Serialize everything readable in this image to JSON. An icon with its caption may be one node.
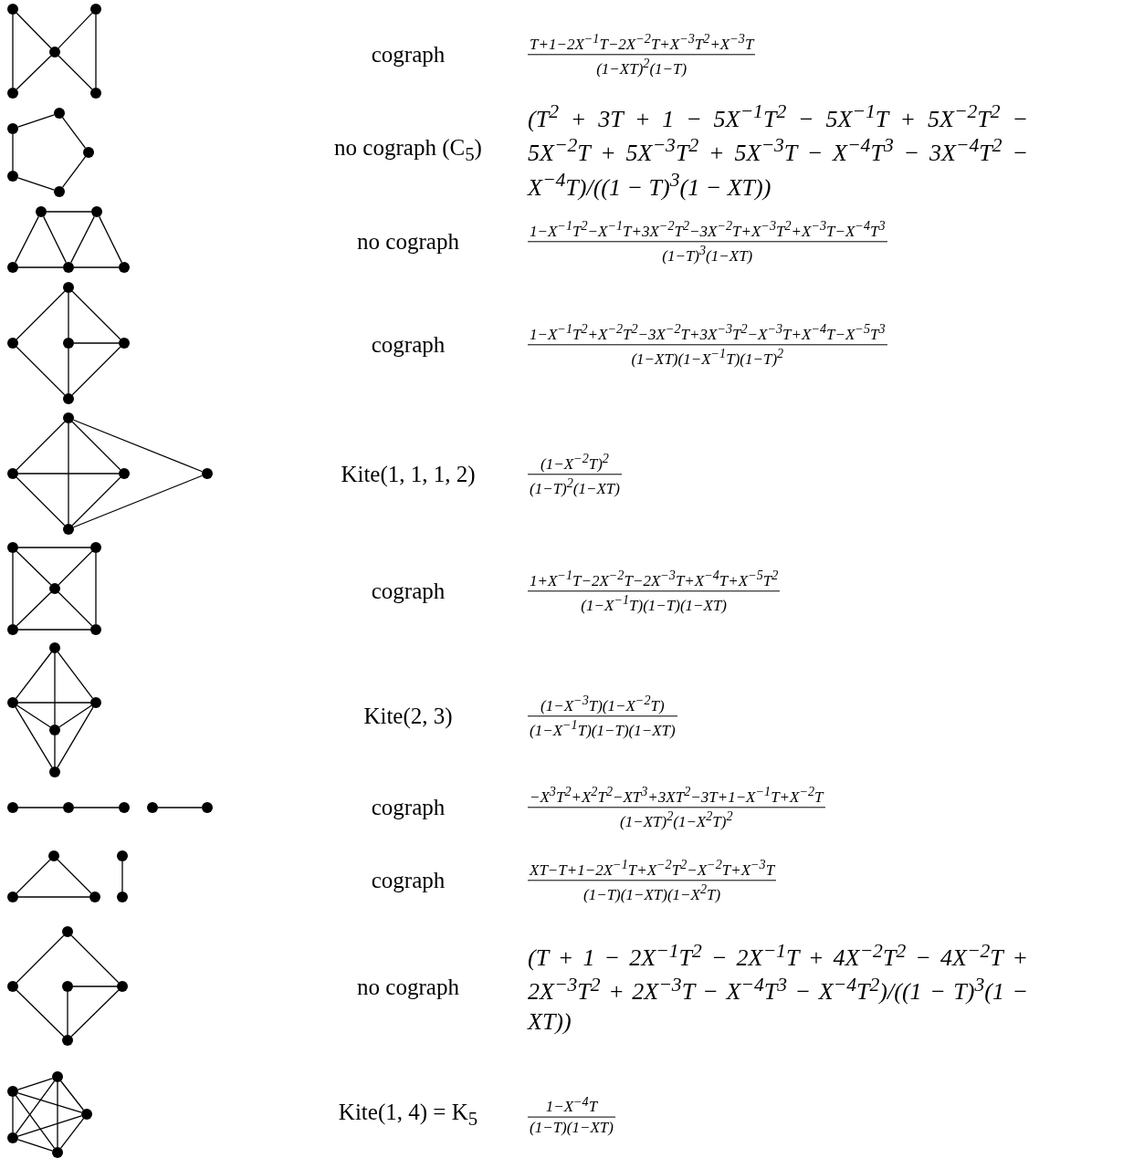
{
  "diagram": {
    "nodes": [
      {
        "text": [],
        "shape": "circle"
      },
      {
        "text": [],
        "shape": "circle"
      },
      {
        "text": [],
        "shape": "circle"
      },
      {
        "text": [],
        "shape": "circle"
      },
      {
        "text": [],
        "shape": "circle"
      },
      {
        "text": [],
        "shape": "circle"
      },
      {
        "text": [],
        "shape": "circle"
      },
      {
        "text": [],
        "shape": "circle"
      },
      {
        "text": [],
        "shape": "circle"
      },
      {
        "text": [],
        "shape": "circle"
      },
      {
        "text": [],
        "shape": "circle"
      },
      {
        "text": [],
        "shape": "circle"
      },
      {
        "text": [],
        "shape": "circle"
      },
      {
        "text": [],
        "shape": "circle"
      },
      {
        "text": [],
        "shape": "circle"
      },
      {
        "text": [],
        "shape": "circle"
      },
      {
        "text": [],
        "shape": "circle"
      },
      {
        "text": [],
        "shape": "circle"
      },
      {
        "text": [],
        "shape": "circle"
      },
      {
        "text": [],
        "shape": "circle"
      },
      {
        "text": [],
        "shape": "circle"
      },
      {
        "text": [],
        "shape": "circle"
      },
      {
        "text": [],
        "shape": "circle"
      },
      {
        "text": [],
        "shape": "circle"
      },
      {
        "text": [],
        "shape": "circle"
      },
      {
        "text": [],
        "shape": "circle"
      },
      {
        "text": [],
        "shape": "circle"
      },
      {
        "text": [],
        "shape": "circle"
      },
      {
        "text": [],
        "shape": "circle"
      },
      {
        "text": [],
        "shape": "circle"
      },
      {
        "text": [],
        "shape": "circle"
      },
      {
        "text": [],
        "shape": "circle"
      },
      {
        "text": [],
        "shape": "circle"
      },
      {
        "text": [],
        "shape": "circle"
      },
      {
        "text": [],
        "shape": "circle"
      },
      {
        "text": [],
        "shape": "circle"
      },
      {
        "text": [],
        "shape": "circle"
      },
      {
        "text": [],
        "shape": "circle"
      },
      {
        "text": [],
        "shape": "circle"
      },
      {
        "text": [],
        "shape": "circle"
      },
      {
        "text": [],
        "shape": "circle"
      },
      {
        "text": [],
        "shape": "circle"
      },
      {
        "text": [],
        "shape": "circle"
      },
      {
        "text": [],
        "shape": "circle"
      },
      {
        "text": [],
        "shape": "circle"
      },
      {
        "text": [],
        "shape": "circle"
      },
      {
        "text": [],
        "shape": "circle"
      },
      {
        "text": [],
        "shape": "circle"
      },
      {
        "text": [],
        "shape": "circle"
      },
      {
        "text": [],
        "shape": "circle"
      },
      {
        "text": [],
        "shape": "circle"
      },
      {
        "text": [],
        "shape": "circle"
      },
      {
        "text": [],
        "shape": "circle"
      },
      {
        "text": [],
        "shape": "circle"
      },
      {
        "text": [],
        "shape": "circle"
      }
    ],
    "edges": [
      {
        "from": 0,
        "to": 3,
        "arrow": "none"
      },
      {
        "from": 0,
        "to": 2,
        "arrow": "none"
      },
      {
        "from": 1,
        "to": 2,
        "arrow": "none"
      },
      {
        "from": 1,
        "to": 4,
        "arrow": "none"
      },
      {
        "from": 2,
        "to": 3,
        "arrow": "none"
      },
      {
        "from": 2,
        "to": 4,
        "arrow": "none"
      },
      {
        "from": 5,
        "to": 6,
        "arrow": "none"
      },
      {
        "from": 6,
        "to": 8,
        "arrow": "none"
      },
      {
        "from": 8,
        "to": 9,
        "arrow": "none"
      },
      {
        "from": 9,
        "to": 7,
        "arrow": "none"
      },
      {
        "from": 7,
        "to": 5,
        "arrow": "none"
      },
      {
        "from": 10,
        "to": 11,
        "arrow": "none"
      },
      {
        "from": 10,
        "to": 12,
        "arrow": "none"
      },
      {
        "from": 10,
        "to": 13,
        "arrow": "none"
      },
      {
        "from": 11,
        "to": 13,
        "arrow": "none"
      },
      {
        "from": 11,
        "to": 14,
        "arrow": "none"
      },
      {
        "from": 12,
        "to": 13,
        "arrow": "none"
      },
      {
        "from": 13,
        "to": 14,
        "arrow": "none"
      },
      {
        "from": 15,
        "to": 16,
        "arrow": "none"
      },
      {
        "from": 15,
        "to": 18,
        "arrow": "none"
      },
      {
        "from": 15,
        "to": 17,
        "arrow": "none"
      },
      {
        "from": 17,
        "to": 19,
        "arrow": "none"
      },
      {
        "from": 17,
        "to": 18,
        "arrow": "none"
      },
      {
        "from": 16,
        "to": 19,
        "arrow": "none"
      },
      {
        "from": 18,
        "to": 19,
        "arrow": "none"
      },
      {
        "from": 20,
        "to": 21,
        "arrow": "none"
      },
      {
        "from": 20,
        "to": 22,
        "arrow": "none"
      },
      {
        "from": 20,
        "to": 24,
        "arrow": "none"
      },
      {
        "from": 20,
        "to": 23,
        "arrow": "none"
      },
      {
        "from": 21,
        "to": 22,
        "arrow": "none"
      },
      {
        "from": 21,
        "to": 24,
        "arrow": "none"
      },
      {
        "from": 22,
        "to": 24,
        "arrow": "none"
      },
      {
        "from": 24,
        "to": 23,
        "arrow": "none"
      },
      {
        "from": 25,
        "to": 26,
        "arrow": "none"
      },
      {
        "from": 25,
        "to": 27,
        "arrow": "none"
      },
      {
        "from": 25,
        "to": 28,
        "arrow": "none"
      },
      {
        "from": 26,
        "to": 27,
        "arrow": "none"
      },
      {
        "from": 26,
        "to": 29,
        "arrow": "none"
      },
      {
        "from": 27,
        "to": 28,
        "arrow": "none"
      },
      {
        "from": 27,
        "to": 29,
        "arrow": "none"
      },
      {
        "from": 28,
        "to": 29,
        "arrow": "none"
      },
      {
        "from": 30,
        "to": 31,
        "arrow": "none"
      },
      {
        "from": 30,
        "to": 32,
        "arrow": "none"
      },
      {
        "from": 30,
        "to": 33,
        "arrow": "none"
      },
      {
        "from": 33,
        "to": 34,
        "arrow": "none"
      },
      {
        "from": 31,
        "to": 32,
        "arrow": "none"
      },
      {
        "from": 31,
        "to": 33,
        "arrow": "none"
      },
      {
        "from": 32,
        "to": 33,
        "arrow": "none"
      },
      {
        "from": 31,
        "to": 34,
        "arrow": "none"
      },
      {
        "from": 32,
        "to": 34,
        "arrow": "none"
      },
      {
        "from": 35,
        "to": 36,
        "arrow": "none"
      },
      {
        "from": 36,
        "to": 37,
        "arrow": "none"
      },
      {
        "from": 38,
        "to": 39,
        "arrow": "none"
      },
      {
        "from": 40,
        "to": 42,
        "arrow": "none"
      },
      {
        "from": 40,
        "to": 43,
        "arrow": "none"
      },
      {
        "from": 42,
        "to": 43,
        "arrow": "none"
      },
      {
        "from": 41,
        "to": 44,
        "arrow": "none"
      },
      {
        "from": 45,
        "to": 46,
        "arrow": "none"
      },
      {
        "from": 45,
        "to": 48,
        "arrow": "none"
      },
      {
        "from": 46,
        "to": 49,
        "arrow": "none"
      },
      {
        "from": 47,
        "to": 48,
        "arrow": "none"
      },
      {
        "from": 47,
        "to": 49,
        "arrow": "none"
      },
      {
        "from": 48,
        "to": 49,
        "arrow": "none"
      },
      {
        "from": 50,
        "to": 51,
        "arrow": "none"
      },
      {
        "from": 50,
        "to": 52,
        "arrow": "none"
      },
      {
        "from": 50,
        "to": 53,
        "arrow": "none"
      },
      {
        "from": 50,
        "to": 54,
        "arrow": "none"
      },
      {
        "from": 51,
        "to": 52,
        "arrow": "none"
      },
      {
        "from": 51,
        "to": 53,
        "arrow": "none"
      },
      {
        "from": 51,
        "to": 54,
        "arrow": "none"
      },
      {
        "from": 52,
        "to": 53,
        "arrow": "none"
      },
      {
        "from": 52,
        "to": 54,
        "arrow": "none"
      },
      {
        "from": 53,
        "to": 54,
        "arrow": "none"
      }
    ],
    "labels": [
      "cograph",
      "T+1−2X$^{−1}$T−2X$^{−2}$T+X$^{−3}$T$^{2}$+X$^{−3}$T",
      "(1−XT)$^{2}$(1−T)",
      "no cograph (C$_{5}$)",
      "(T$^{2}$ + 3T + 1 − 5X$^{−1}$T$^{2}$ − 5X$^{−1}$T + 5X$^{−2}$T$^{2}$ − 5X$^{−2}$T + 5X$^{−3}$T$^{2}$ + 5X$^{−3}$T − X$^{−4}$T$^{3}$ − 3X$^{−4}$T$^{2}$ − X$^{−4}$T)/((1 − T)$^{3}$(1 − XT))",
      "no cograph",
      "1−X$^{−1}$T$^{2}$−X$^{−1}$T+3X$^{−2}$T$^{2}$−3X$^{−2}$T+X$^{−3}$T$^{2}$+X$^{−3}$T−X$^{−4}$T$^{3}$",
      "(1−T)$^{3}$(1−XT)",
      "cograph",
      "1−X$^{−1}$T$^{2}$+X$^{−2}$T$^{2}$−3X$^{−2}$T+3X$^{−3}$T$^{2}$−X$^{−3}$T+X$^{−4}$T−X$^{−5}$T$^{3}$",
      "(1−XT)(1−X$^{−1}$T)(1−T)$^{2}$",
      "Kite(1, 1, 1, 2)",
      "(1−X$^{−2}$T)$^{2}$",
      "(1−T)$^{2}$(1−XT)",
      "cograph",
      "1+X$^{−1}$T−2X$^{−2}$T−2X$^{−3}$T+X$^{−4}$T+X$^{−5}$T$^{2}$",
      "(1−X$^{−1}$T)(1−T)(1−XT)",
      "Kite(2, 3)",
      "(1−X$^{−3}$T)(1−X$^{−2}$T)",
      "(1−X$^{−1}$T)(1−T)(1−XT)",
      "cograph",
      "−X$^{3}$T$^{2}$+X$^{2}$T$^{2}$−XT$^{3}$+3XT$^{2}$−3T+1−X$^{−1}$T+X$^{−2}$T",
      "(1−XT)$^{2}$(1−X$^{2}$T)$^{2}$",
      "cograph",
      "XT−T+1−2X$^{−1}$T+X$^{−2}$T$^{2}$−X$^{−2}$T+X$^{−3}$T",
      "(1−T)(1−XT)(1−X$^{2}$T)",
      "no cograph",
      "(T + 1 − 2X$^{−1}$T$^{2}$ − 2X$^{−1}$T + 4X$^{−2}$T$^{2}$ − 4X$^{−2}$T + 2X$^{−3}$T$^{2}$ + 2X$^{−3}$T − X$^{−4}$T$^{3}$ − X$^{−4}$T$^{2}$)/((1 − T)$^{3}$(1 − XT))",
      "Kite(1, 4) = K$_{5}$",
      "1−X$^{−4}$T",
      "(1−T)(1−XT)"
    ]
  }
}
